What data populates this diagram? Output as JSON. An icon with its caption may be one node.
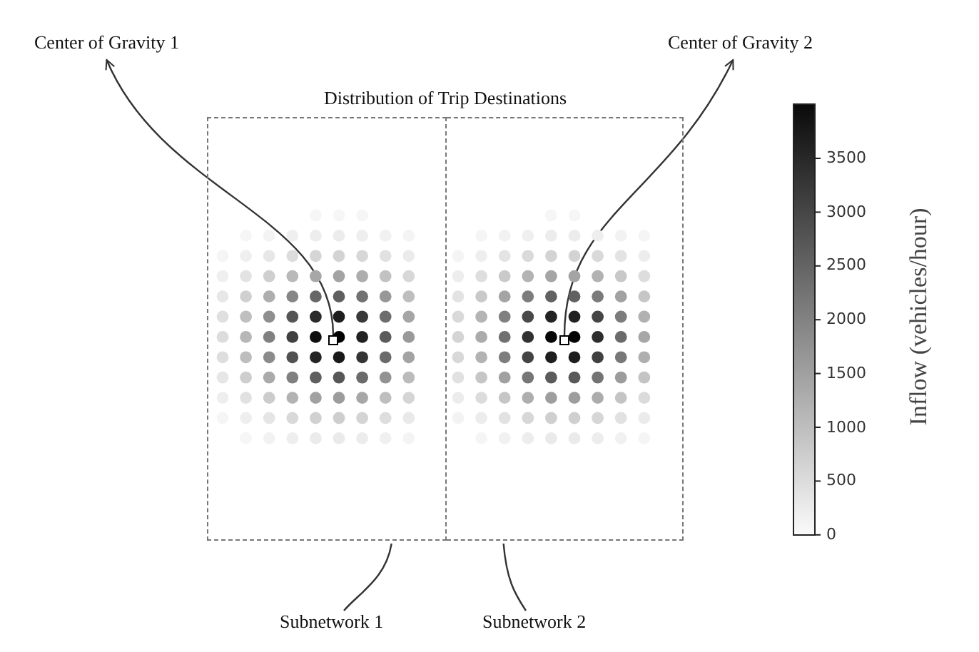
{
  "diagram": {
    "nodes": [
      {
        "text": [
          "Center of Gravity 1"
        ]
      },
      {
        "text": [
          "Center of Gravity 2"
        ]
      },
      {
        "text": [
          "Distribution of Trip Destinations"
        ]
      },
      {
        "text": [],
        "shape": "box",
        "in": 2
      },
      {
        "text": [],
        "shape": "box",
        "in": 2
      },
      {
        "text": [],
        "shape": "box",
        "in": 3
      },
      {
        "text": [],
        "shape": "box",
        "in": 4
      },
      {
        "text": [
          "Subnetwork 1"
        ]
      },
      {
        "text": [
          "Subnetwork 2"
        ]
      }
    ],
    "edges": [
      {
        "from": 5,
        "to": 0,
        "arrow": "to"
      },
      {
        "from": 6,
        "to": 1,
        "arrow": "to"
      },
      {
        "from": 7,
        "to": 3,
        "arrow": "none"
      },
      {
        "from": 8,
        "to": 4,
        "arrow": "none"
      }
    ],
    "labels": [
      "3500",
      "3000",
      "2500",
      "2000",
      "1500",
      "1000",
      "500",
      "0",
      "Inflow (vehicles/hour)"
    ]
  }
}
